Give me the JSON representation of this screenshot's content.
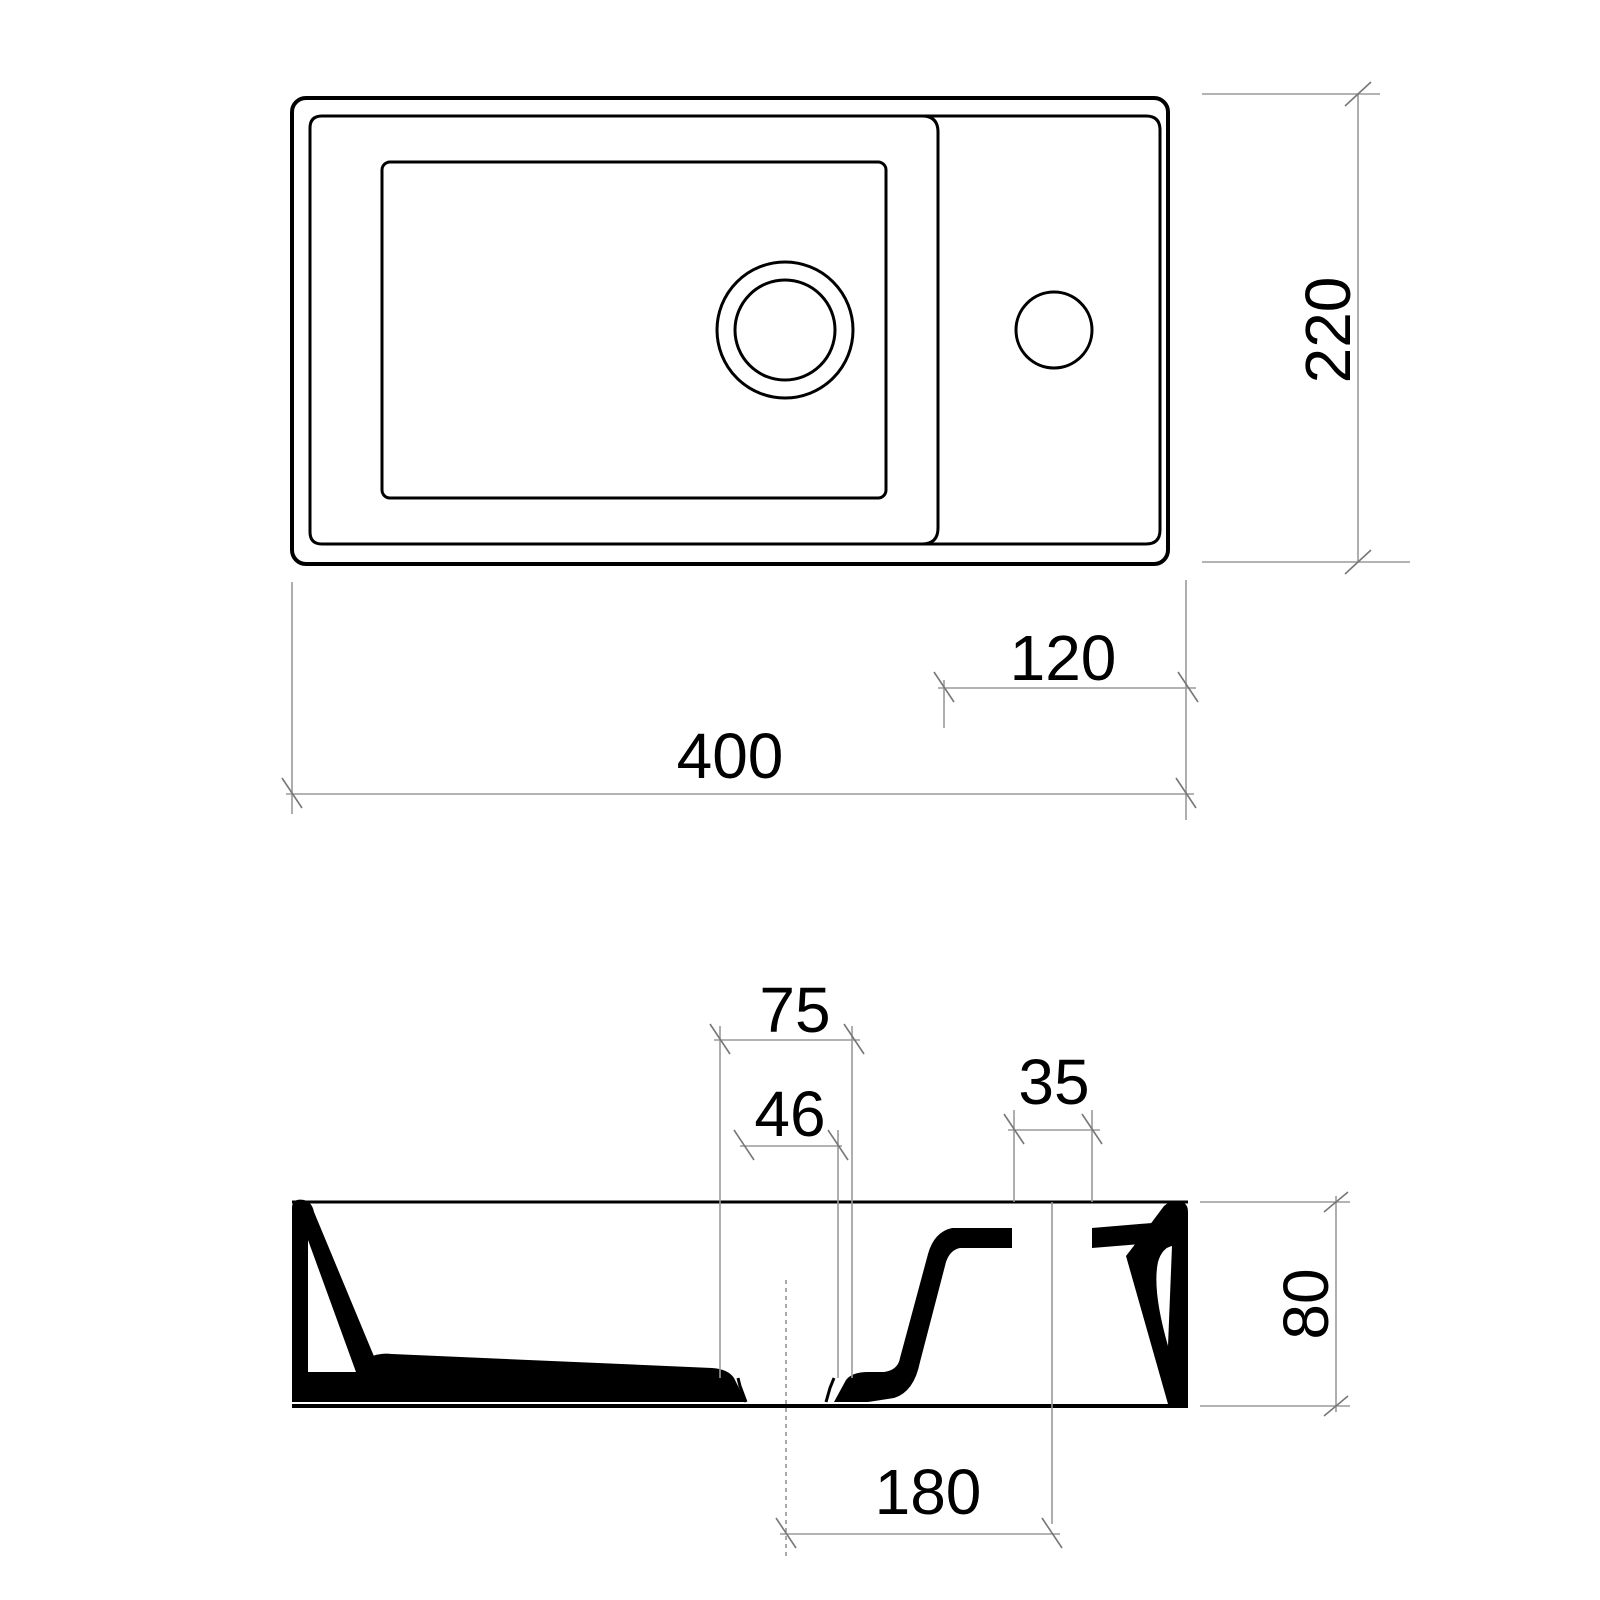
{
  "dimensions": {
    "width_total": "400",
    "width_shelf": "120",
    "depth": "220",
    "height": "80",
    "overflow_outer": "75",
    "overflow_inner": "46",
    "tap_hole": "35",
    "drain_offset": "180"
  },
  "colors": {
    "line": "#000000",
    "dimension_line": "#9a9a9a",
    "background": "#ffffff"
  }
}
